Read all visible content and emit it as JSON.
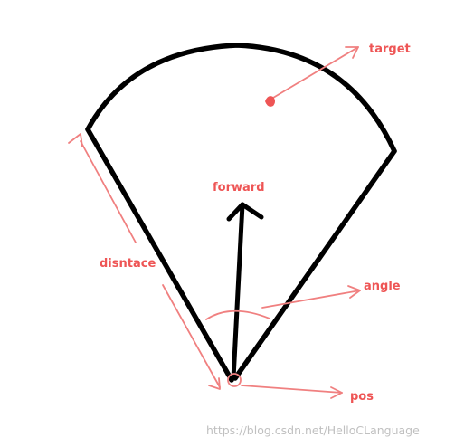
{
  "labels": {
    "target": "target",
    "forward": "forward",
    "distance": "disntace",
    "angle": "angle",
    "pos": "pos"
  },
  "watermark": "https://blog.csdn.net/HelloCLanguage",
  "colors": {
    "sector_outline": "#000000",
    "annotation": "#f08080",
    "label_text": "#ee5555",
    "target_dot": "#ee5555",
    "watermark": "#c0c0c0"
  }
}
